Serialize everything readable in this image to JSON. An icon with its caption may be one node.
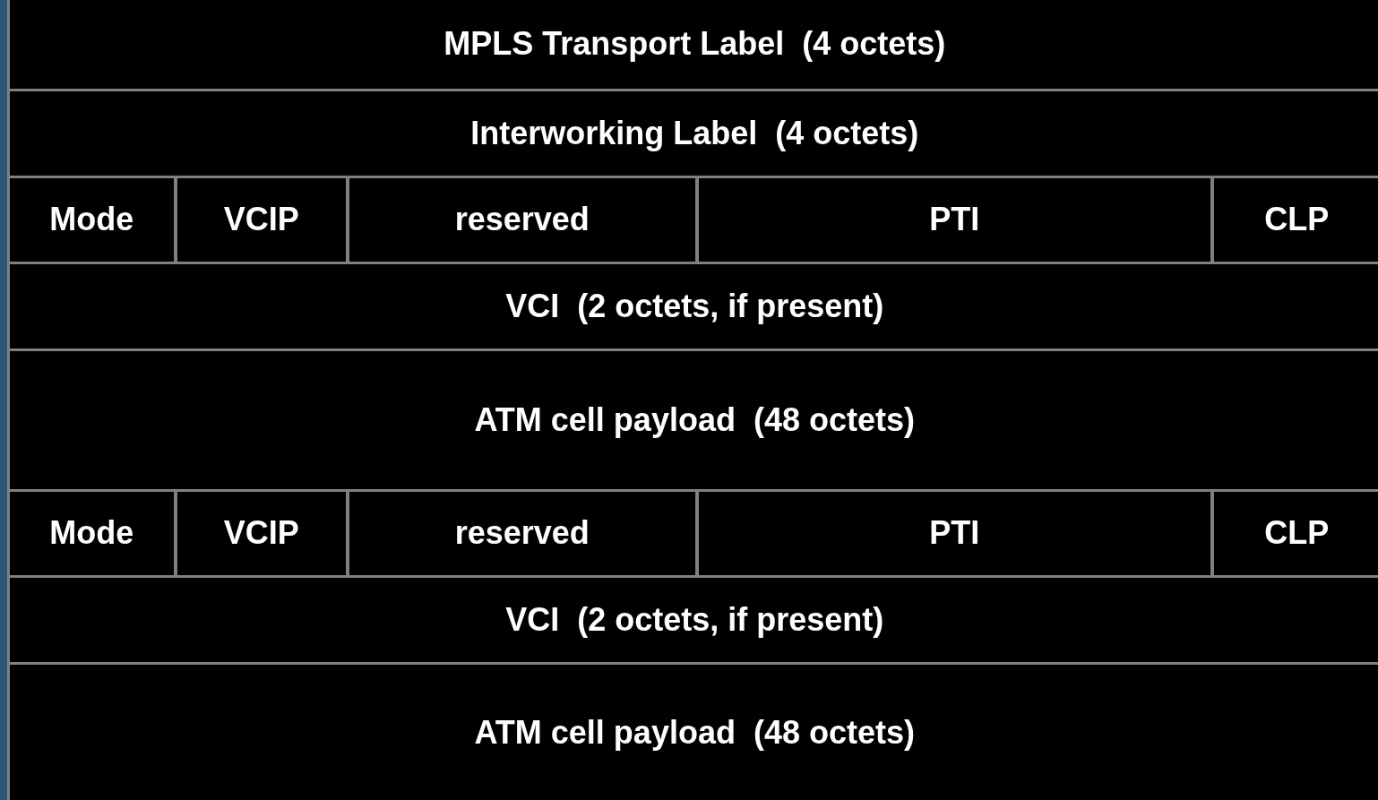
{
  "diagram": {
    "nodes": [
      {
        "text": [
          "MPLS Transport Label  (4 octets)"
        ]
      },
      {
        "text": [
          "Interworking Label  (4 octets)"
        ]
      },
      {
        "text": [
          "Mode"
        ]
      },
      {
        "text": [
          "VCIP"
        ]
      },
      {
        "text": [
          "reserved"
        ]
      },
      {
        "text": [
          "PTI"
        ]
      },
      {
        "text": [
          "CLP"
        ]
      },
      {
        "text": [
          "VCI  (2 octets, if present)"
        ]
      },
      {
        "text": [
          "ATM cell payload  (48 octets)"
        ]
      },
      {
        "text": [
          "Mode"
        ]
      },
      {
        "text": [
          "VCIP"
        ]
      },
      {
        "text": [
          "reserved"
        ]
      },
      {
        "text": [
          "PTI"
        ]
      },
      {
        "text": [
          "CLP"
        ]
      },
      {
        "text": [
          "VCI  (2 octets, if present)"
        ]
      },
      {
        "text": [
          "ATM cell payload  (48 octets)"
        ]
      }
    ]
  }
}
